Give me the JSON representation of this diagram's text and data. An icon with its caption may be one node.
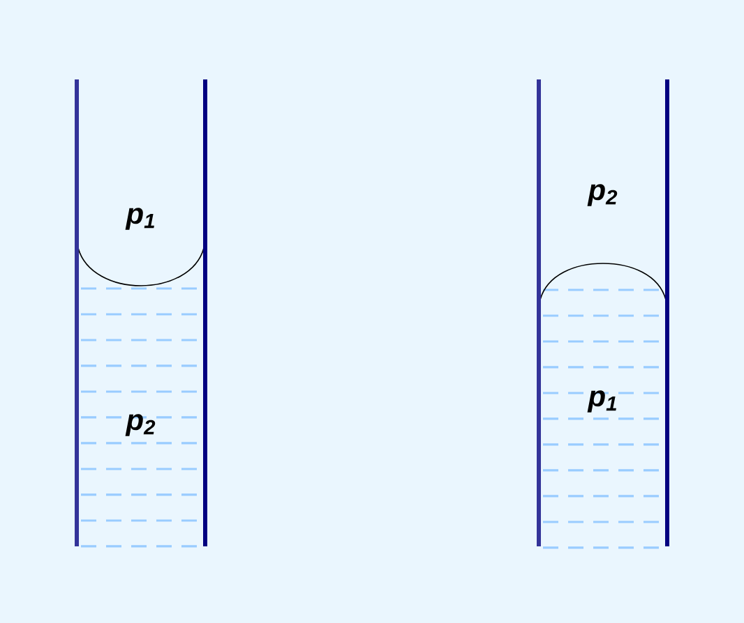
{
  "diagram": {
    "labels": [
      "p$_{1}$",
      "p$_{2}$",
      "p$_{2}$",
      "p$_{1}$"
    ]
  }
}
